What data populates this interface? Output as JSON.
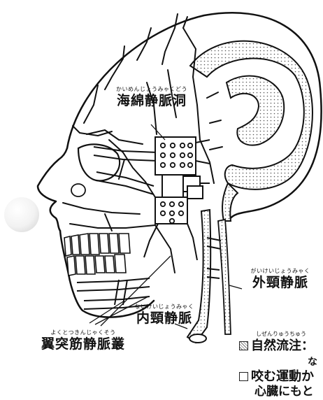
{
  "labels": {
    "cavernous": {
      "ruby": "かいめんじょうみゃくどう",
      "text": "海綿静脈洞"
    },
    "external_jugular": {
      "ruby": "がいけいじょうみゃく",
      "text": "外頸静脈"
    },
    "internal_jugular": {
      "ruby": "ないけいじょうみゃく",
      "text": "内頸静脈"
    },
    "pterygoid": {
      "ruby": "よくとつきんじゃくそう",
      "text": "翼突筋静脈叢"
    }
  },
  "legend": {
    "natural_ruby": "しぜんりゅうちゅう",
    "natural_text": "自然流注：",
    "natural_sub": "な",
    "bite_text": "咬む運動か",
    "bite_sub": "心臓にもと"
  }
}
